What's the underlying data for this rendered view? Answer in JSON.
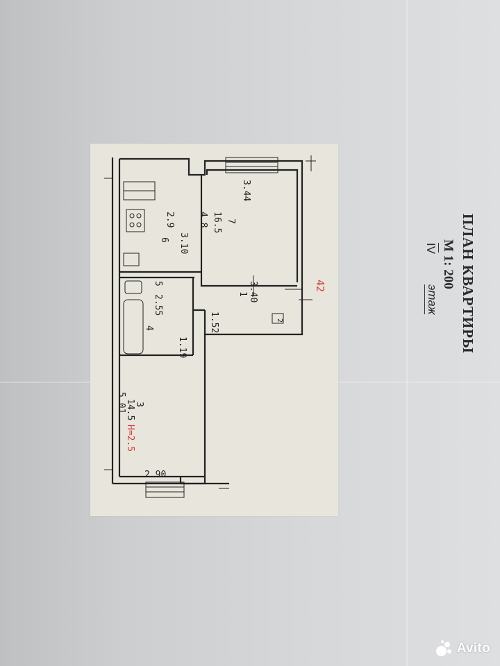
{
  "header": {
    "title": "ПЛАН КВАРТИРЫ",
    "scale": "М 1: 200",
    "floor_number": "IV",
    "floor_word": "этаж"
  },
  "plan": {
    "room_7": {
      "width": "3.44",
      "number": "7",
      "area": "16.5",
      "length": "4.8"
    },
    "kitchen": {
      "dim_a": "2.9",
      "dim_b": "3.10",
      "area": "6"
    },
    "hall": {
      "dim_a": "3.40",
      "number": "1",
      "dim_b": "1.52"
    },
    "bath": {
      "dim_a": "2.55",
      "area": "4",
      "dim_b": "1.19",
      "toilet": "5",
      "corridor": "2"
    },
    "room_3": {
      "number": "3",
      "area": "14.5",
      "length": "5.01",
      "height_note": "H=2.5",
      "width": "2.90"
    },
    "apt_number": "42"
  },
  "watermark": {
    "text": "Avito"
  },
  "colors": {
    "ink": "#222222",
    "red_ink": "#d23c3c",
    "paper": "#e8e6dc"
  }
}
